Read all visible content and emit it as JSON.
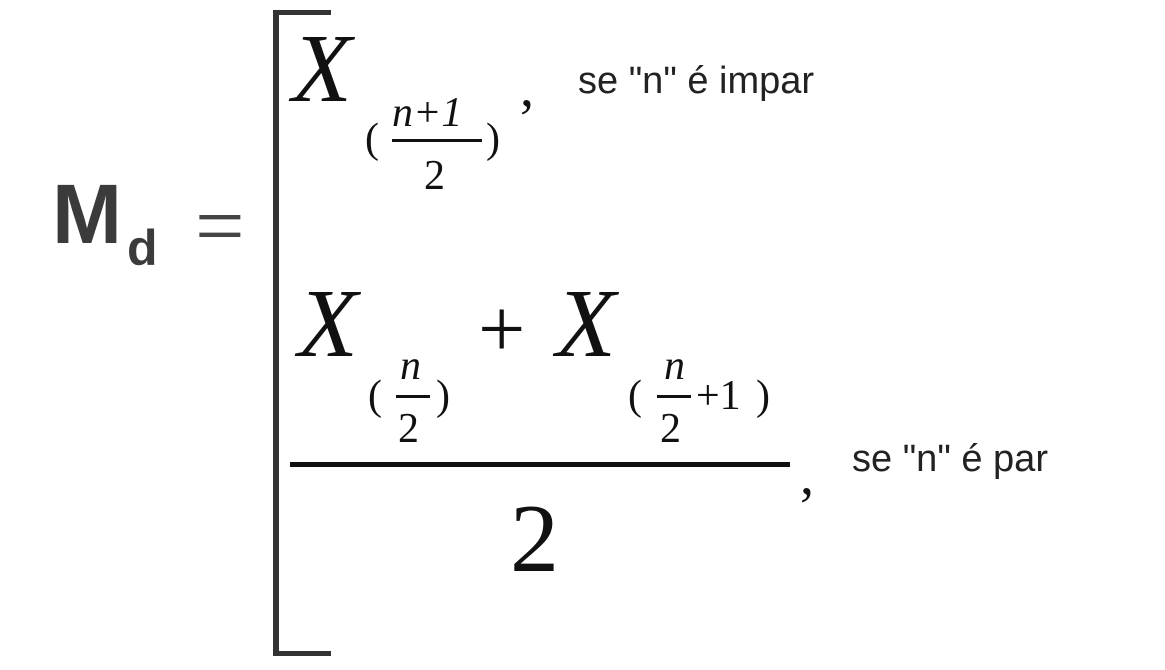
{
  "lhs": {
    "symbol": "M",
    "subscript": "d"
  },
  "equals": "=",
  "case_odd": {
    "var": "X",
    "open_paren": "(",
    "numerator": "n+1",
    "denominator": "2",
    "close_paren": ")",
    "comma": ",",
    "condition": "se \"n\" é impar"
  },
  "case_even": {
    "term1": {
      "var": "X",
      "open_paren": "(",
      "numerator": "n",
      "denominator": "2",
      "close_paren": ")"
    },
    "plus": "+",
    "term2": {
      "var": "X",
      "open_paren": "(",
      "numerator": "n",
      "denominator": "2",
      "plus_one": "+1",
      "close_paren": ")"
    },
    "denominator": "2",
    "comma": ",",
    "condition": "se \"n\" é par"
  }
}
